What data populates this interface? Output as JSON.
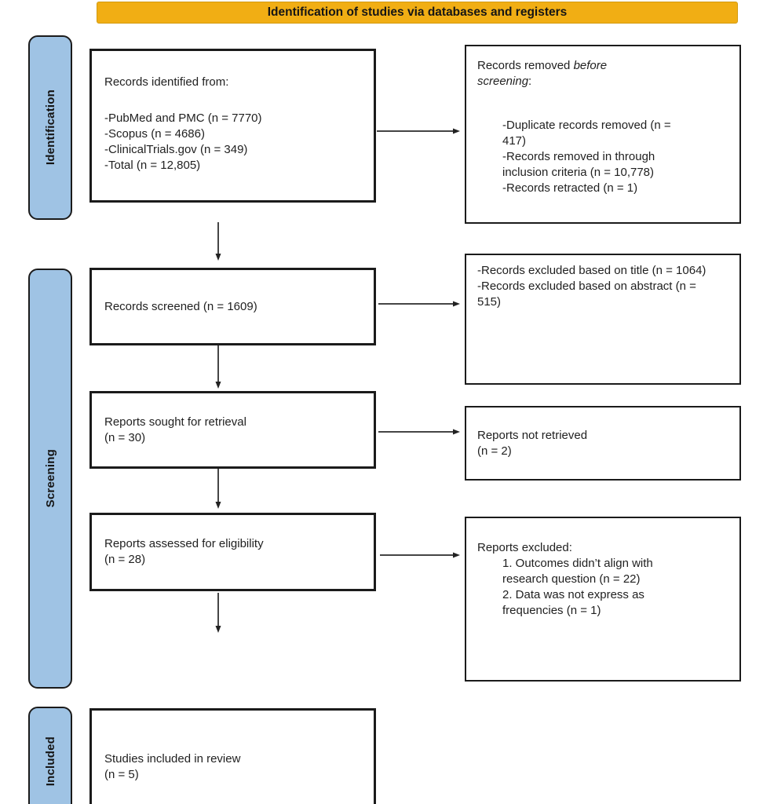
{
  "banner": {
    "label": "Identification of studies via databases and registers"
  },
  "stages": [
    {
      "label": "Identification"
    },
    {
      "label": "Screening"
    },
    {
      "label": "Included"
    }
  ],
  "boxes": {
    "identified": {
      "title": "Records identified from:",
      "items": [
        "-PubMed and PMC (n = 7770)",
        "-Scopus (n = 4686)",
        "-ClinicalTrials.gov (n = 349)",
        "-Total (n = 12,805)"
      ]
    },
    "removed_before_screening": {
      "title_prefix": "Records removed ",
      "title_italic": "before screening",
      "title_suffix": ":",
      "items": [
        "-Duplicate records removed (n = 417)",
        "-Records removed in through inclusion criteria (n = 10,778)",
        "-Records retracted (n = 1)"
      ]
    },
    "screened": {
      "text": "Records screened (n = 1609)"
    },
    "excluded_screening": {
      "items": [
        "-Records excluded based on title (n = 1064)",
        "-Records excluded based on abstract (n = 515)"
      ]
    },
    "sought": {
      "line1": "Reports sought for retrieval",
      "line2": "(n = 30)"
    },
    "not_retrieved": {
      "line1": "Reports not retrieved",
      "line2": "(n = 2)"
    },
    "assessed": {
      "line1": "Reports assessed for eligibility",
      "line2": "(n = 28)"
    },
    "reports_excluded": {
      "title": "Reports excluded:",
      "items": [
        "1. Outcomes didn’t align with research question (n = 22)",
        "2. Data was not express as frequencies (n = 1)"
      ]
    },
    "included_review": {
      "line1": "Studies included in review",
      "line2": "(n = 5)"
    }
  },
  "colors": {
    "banner_bg": "#F1AE14",
    "stage_bg": "#9FC3E4",
    "box_border": "#1B1B1B",
    "arrow": "#454545"
  }
}
